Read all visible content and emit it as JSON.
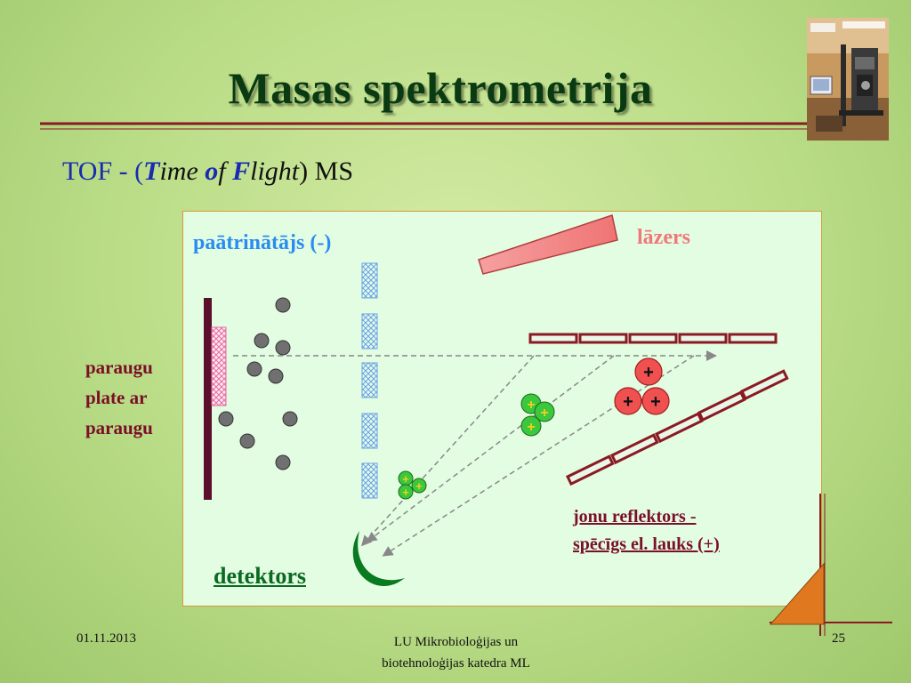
{
  "title": "Masas spektrometrija",
  "subtitle": {
    "prefix": "TOF - (",
    "t": "T",
    "ime": "ime ",
    "o": "o",
    "f": "f ",
    "F": "F",
    "light": "light",
    "suffix": ") MS"
  },
  "labels": {
    "accelerator": "paātrinātājs (-)",
    "laser": "lāzers",
    "plate_line1": "paraugu",
    "plate_line2": "plate ar",
    "plate_line3": "paraugu",
    "detector": "detektors",
    "reflector_line1": "jonu reflektors -",
    "reflector_line2": "spēcīgs el. lauks (+)"
  },
  "ion_symbol": "+",
  "footer": {
    "date": "01.11.2013",
    "center_line1": "LU Mikrobioloģijas un",
    "center_line2": "biotehnoloģijas katedra ML",
    "page": "25"
  },
  "colors": {
    "title": "#0a3a12",
    "accent_blue": "#1a2bb0",
    "accelerator": "#2a8cf0",
    "laser": "#f07878",
    "dark_red": "#7a0f28",
    "detector": "#0a6a20",
    "ion_red": "#f05050",
    "ion_green": "#3cc83c"
  },
  "icons": {
    "photo": "lab-instrument-photo",
    "decoration": "orange-triangle"
  }
}
